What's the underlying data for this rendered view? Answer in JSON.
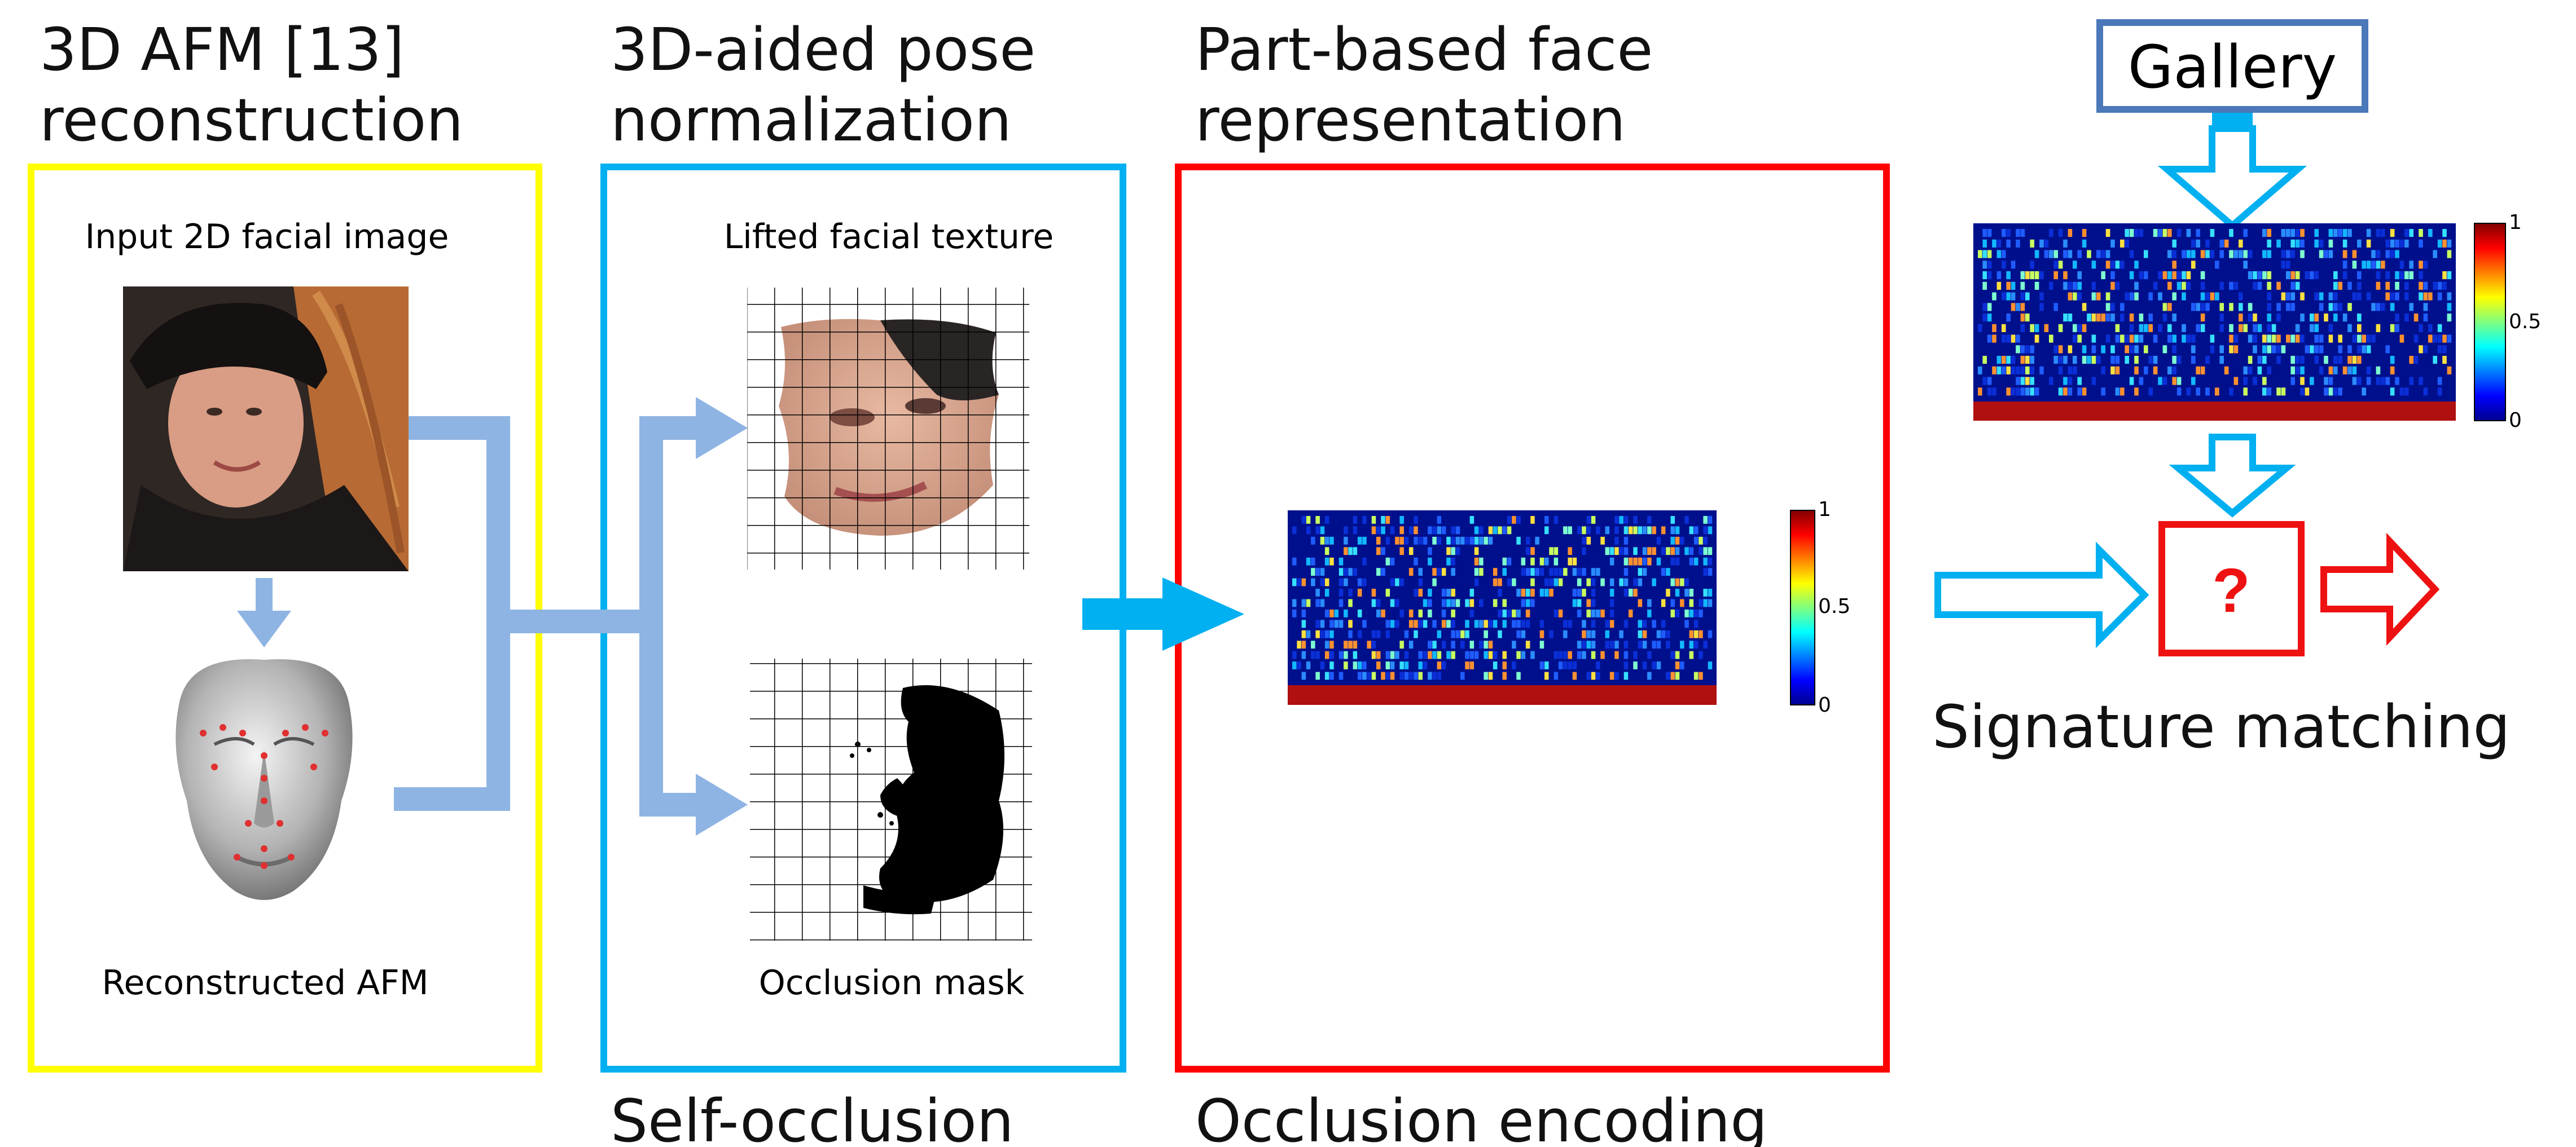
{
  "stages": {
    "reconstruction": {
      "title_line1": "3D AFM [13]",
      "title_line2": "reconstruction"
    },
    "pose": {
      "title_line1": "3D-aided pose",
      "title_line2": "normalization"
    },
    "representation": {
      "title_line1": "Part-based face",
      "title_line2": "representation"
    }
  },
  "captions": {
    "input_image": "Input 2D facial image",
    "reconstructed": "Reconstructed AFM",
    "lifted_texture": "Lifted facial texture",
    "occlusion_mask": "Occlusion mask"
  },
  "bottom_labels": {
    "self_occlusion": "Self-occlusion",
    "occlusion_encoding": "Occlusion encoding"
  },
  "gallery": {
    "label": "Gallery"
  },
  "matching": {
    "label": "Signature matching",
    "symbol": "?"
  },
  "colorbar_ticks": {
    "max": "1",
    "mid": "0.5",
    "min": "0"
  },
  "colors": {
    "yellow_box": "#ffff00",
    "cyan_box": "#00b0f0",
    "red_box": "#ff0000",
    "gallery_border": "#4a78b8",
    "flow_arrow": "#8eb4e3",
    "heatmap_bg": "#00108c"
  },
  "icons": [
    "face-photo-icon",
    "afm-mesh-icon",
    "face-texture-icon",
    "occlusion-mask-icon",
    "heatmap-icon",
    "colorbar-icon",
    "arrow-icon"
  ]
}
